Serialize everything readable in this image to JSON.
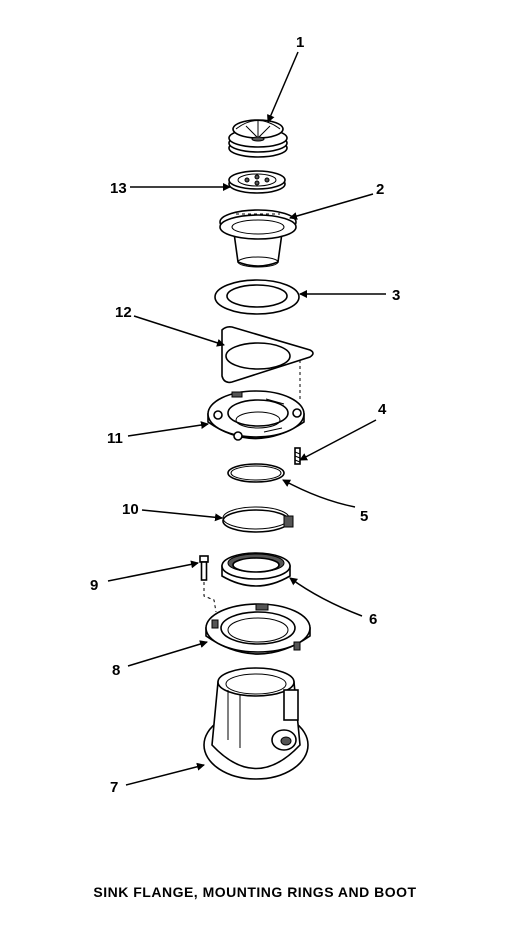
{
  "diagram": {
    "caption": "SINK FLANGE, MOUNTING RINGS AND BOOT",
    "callouts": {
      "c1": "1",
      "c2": "2",
      "c3": "3",
      "c4": "4",
      "c5": "5",
      "c6": "6",
      "c7": "7",
      "c8": "8",
      "c9": "9",
      "c10": "10",
      "c11": "11",
      "c12": "12",
      "c13": "13"
    }
  }
}
